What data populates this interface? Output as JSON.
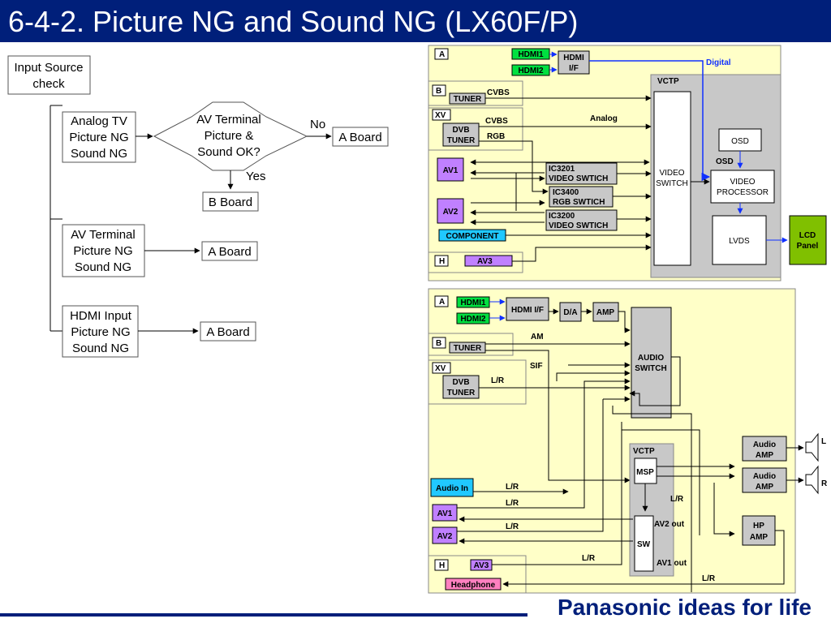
{
  "header": {
    "title": "6-4-2. Picture NG and Sound NG (LX60F/P)"
  },
  "footer": {
    "brand": "Panasonic",
    "tagline": "ideas for life"
  },
  "flowchart": {
    "start": [
      "Input Source",
      "check"
    ],
    "analog_tv": [
      "Analog TV",
      "Picture NG",
      "Sound NG"
    ],
    "decision": [
      "AV Terminal",
      "Picture &",
      "Sound OK?"
    ],
    "no_label": "No",
    "yes_label": "Yes",
    "a_board": "A Board",
    "b_board": "B Board",
    "av_terminal": [
      "AV Terminal",
      "Picture NG",
      "Sound NG"
    ],
    "hdmi_input": [
      "HDMI Input",
      "Picture NG",
      "Sound NG"
    ]
  },
  "video_diagram": {
    "board_a": "A",
    "board_b": "B",
    "board_xv": "XV",
    "board_h": "H",
    "hdmi1": "HDMI1",
    "hdmi2": "HDMI2",
    "hdmi_if": [
      "HDMI",
      "I/F"
    ],
    "digital": "Digital",
    "vctp": "VCTP",
    "tuner": "TUNER",
    "cvbs": "CVBS",
    "analog": "Analog",
    "dvb_tuner": [
      "DVB",
      "TUNER"
    ],
    "rgb": "RGB",
    "av1": "AV1",
    "av2": "AV2",
    "av3": "AV3",
    "component": "COMPONENT",
    "ic3201": [
      "IC3201",
      "VIDEO SWTICH"
    ],
    "ic3400": [
      "IC3400",
      "RGB SWTICH"
    ],
    "ic3200": [
      "IC3200",
      "VIDEO SWTICH"
    ],
    "video_switch": [
      "VIDEO",
      "SWITCH"
    ],
    "osd_box": "OSD",
    "osd_label": "OSD",
    "video_processor": [
      "VIDEO",
      "PROCESSOR"
    ],
    "lvds": "LVDS",
    "lcd_panel": [
      "LCD",
      "Panel"
    ]
  },
  "audio_diagram": {
    "board_a": "A",
    "board_b": "B",
    "board_xv": "XV",
    "board_h": "H",
    "hdmi1": "HDMI1",
    "hdmi2": "HDMI2",
    "hdmi_if": "HDMI I/F",
    "da": "D/A",
    "amp": "AMP",
    "am": "AM",
    "sif": "SIF",
    "tuner": "TUNER",
    "dvb_tuner": [
      "DVB",
      "TUNER"
    ],
    "lr": "L/R",
    "audio_switch": [
      "AUDIO",
      "SWITCH"
    ],
    "vctp": "VCTP",
    "msp": "MSP",
    "sw": "SW",
    "audio_in": "Audio In",
    "av1": "AV1",
    "av2": "AV2",
    "av3": "AV3",
    "headphone": "Headphone",
    "av2_out": "AV2 out",
    "av1_out": "AV1 out",
    "audio_amp": [
      "Audio",
      "AMP"
    ],
    "hp_amp": [
      "HP",
      "AMP"
    ],
    "left": "L",
    "right": "R"
  },
  "colors": {
    "header_bg": "#001f7a",
    "board_fill": "#ffffc8",
    "vctp_fill": "#c8c8c8",
    "hdmi_green": "#00e040",
    "av_purple": "#c080ff",
    "component_cyan": "#20c8ff",
    "headphone_pink": "#ff80c0",
    "lcd_green": "#80c000",
    "digital_blue": "#1030ff"
  }
}
